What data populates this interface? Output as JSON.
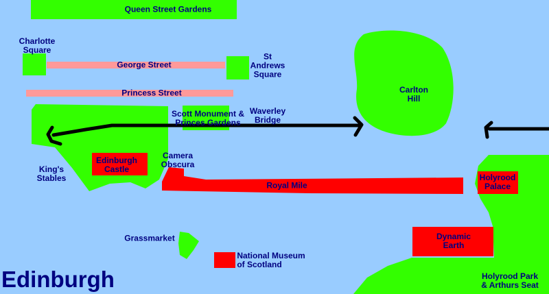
{
  "title": "Edinburgh",
  "colors": {
    "water": "#99ccff",
    "park": "#33ff00",
    "attraction": "#ff0000",
    "street": "#ff9999",
    "label": "#000080",
    "route": "#000000"
  },
  "labels": {
    "queen_street_gardens": "Queen Street Gardens",
    "charlotte_square": "Charlotte\nSquare",
    "george_street": "George Street",
    "st_andrews_square": "St\nAndrews\nSquare",
    "princess_street": "Princess Street",
    "scott_monument": "Scott Monument &\nPrinces Gardens",
    "waverley_bridge": "Waverley\nBridge",
    "carlton_hill": "Carlton\nHill",
    "kings_stables": "King's\nStables",
    "edinburgh_castle": "Edinburgh\nCastle",
    "camera_obscura": "Camera\nObscura",
    "royal_mile": "Royal Mile",
    "holyrood_palace": "Holyrood\nPalace",
    "grassmarket": "Grassmarket",
    "dynamic_earth": "Dynamic\nEarth",
    "national_museum": "National Museum\nof Scotland",
    "holyrood_park": "Holyrood Park\n& Arthurs Seat"
  }
}
